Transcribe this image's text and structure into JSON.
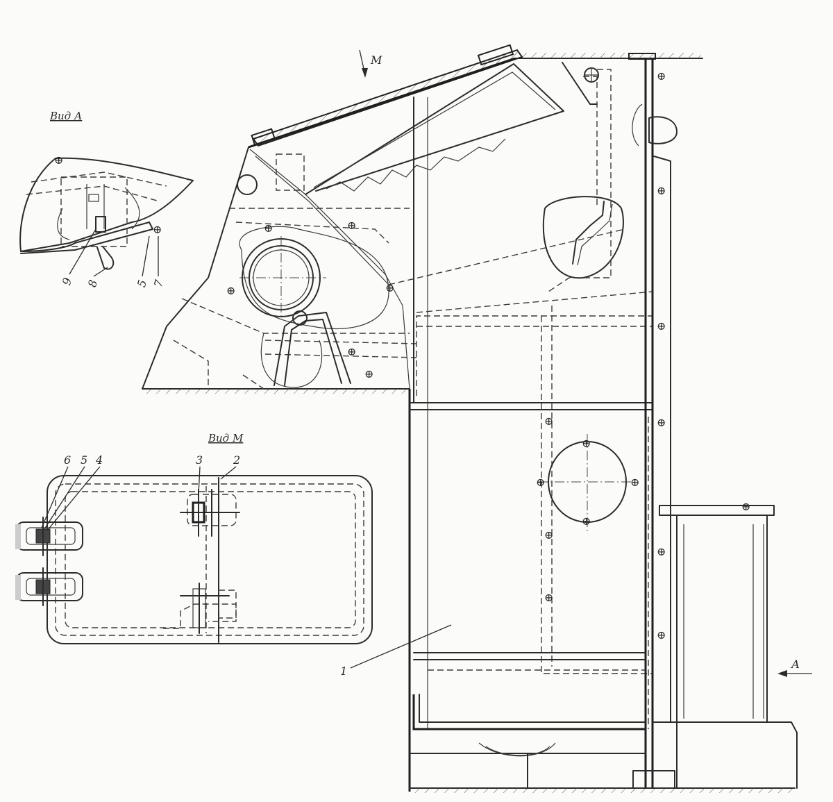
{
  "views": {
    "view_a_title": "Вид А",
    "view_m_title": "Вид М"
  },
  "arrows": {
    "m_label": "М",
    "a_label": "А"
  },
  "callouts": {
    "view_a": [
      "9",
      "8",
      "5",
      "7"
    ],
    "view_m": [
      "6",
      "5",
      "4",
      "3",
      "2"
    ],
    "main": [
      "1"
    ]
  }
}
